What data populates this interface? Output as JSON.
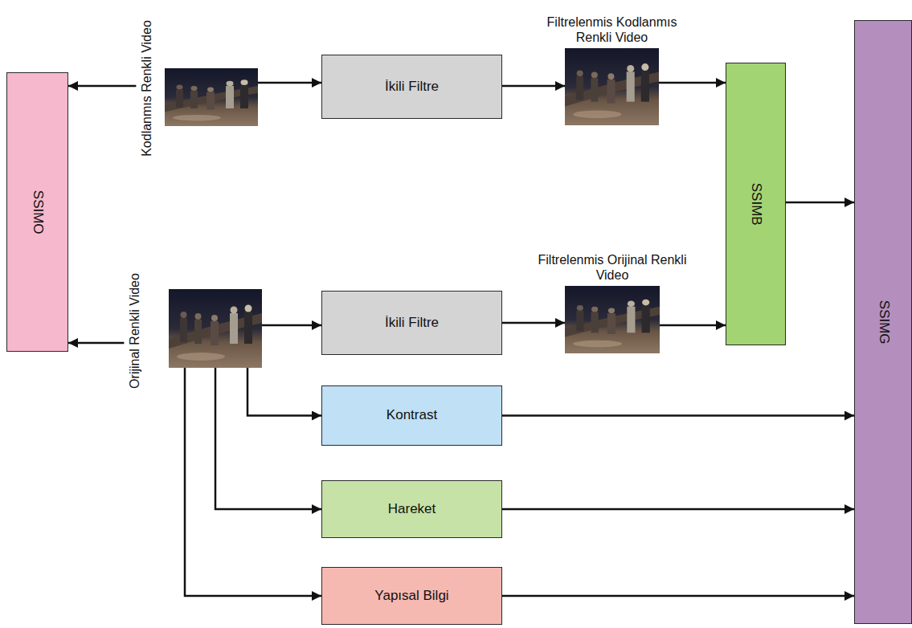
{
  "diagram": {
    "nodes": [
      {
        "text": [
          "SSIMO"
        ]
      },
      {
        "text": [
          "Kodlanmıs Renkli Video"
        ]
      },
      {
        "text": [
          "İkili Filtre"
        ]
      },
      {
        "text": [
          "Filtrelenmis Kodlanmıs Renkli Video"
        ]
      },
      {
        "text": [
          "SSIMB"
        ]
      },
      {
        "text": [
          "SSIMG"
        ]
      },
      {
        "text": [
          "Orijinal Renkli Video"
        ]
      },
      {
        "text": [
          "İkili Filtre"
        ]
      },
      {
        "text": [
          "Filtrelenmis Orijinal Renkli Video"
        ]
      },
      {
        "text": [
          "Kontrast"
        ]
      },
      {
        "text": [
          "Hareket"
        ]
      },
      {
        "text": [
          "Yapısal Bilgi"
        ]
      }
    ],
    "edges": [
      {
        "from": 1,
        "to": 0,
        "arrow": "to"
      },
      {
        "from": 6,
        "to": 0,
        "arrow": "to"
      },
      {
        "from": 1,
        "to": 2,
        "arrow": "to"
      },
      {
        "from": 2,
        "to": 3,
        "arrow": "to"
      },
      {
        "from": 3,
        "to": 4,
        "arrow": "to"
      },
      {
        "from": 6,
        "to": 7,
        "arrow": "to"
      },
      {
        "from": 7,
        "to": 8,
        "arrow": "to"
      },
      {
        "from": 8,
        "to": 4,
        "arrow": "to"
      },
      {
        "from": 4,
        "to": 5,
        "arrow": "to"
      },
      {
        "from": 6,
        "to": 9,
        "arrow": "to"
      },
      {
        "from": 6,
        "to": 10,
        "arrow": "to"
      },
      {
        "from": 6,
        "to": 11,
        "arrow": "to"
      },
      {
        "from": 9,
        "to": 5,
        "arrow": "to"
      },
      {
        "from": 10,
        "to": 5,
        "arrow": "to"
      },
      {
        "from": 11,
        "to": 5,
        "arrow": "to"
      }
    ]
  }
}
